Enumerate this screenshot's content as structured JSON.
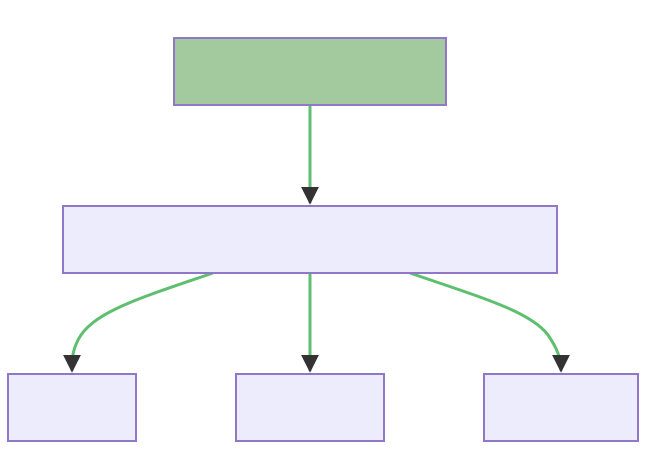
{
  "colors": {
    "background": "#ffffff",
    "root_fill": "#a3c99e",
    "node_fill": "#ececfc",
    "node_stroke": "#9077c8",
    "edge_stroke": "#5ebf6f",
    "arrowhead": "#333333"
  },
  "diagram": {
    "type": "flowchart-top-down",
    "nodes": [
      {
        "id": "root",
        "label": "",
        "style": "highlighted"
      },
      {
        "id": "middle",
        "label": "",
        "style": "default"
      },
      {
        "id": "leaf-left",
        "label": "",
        "style": "default"
      },
      {
        "id": "leaf-center",
        "label": "",
        "style": "default"
      },
      {
        "id": "leaf-right",
        "label": "",
        "style": "default"
      }
    ],
    "edges": [
      {
        "from": "root",
        "to": "middle"
      },
      {
        "from": "middle",
        "to": "leaf-left"
      },
      {
        "from": "middle",
        "to": "leaf-center"
      },
      {
        "from": "middle",
        "to": "leaf-right"
      }
    ]
  }
}
